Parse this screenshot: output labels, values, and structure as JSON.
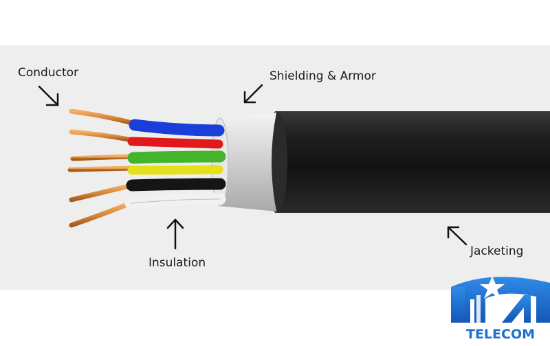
{
  "labels": {
    "conductor": "Conductor",
    "shielding": "Shielding & Armor",
    "insulation": "Insulation",
    "jacketing": "Jacketing"
  },
  "logo": {
    "text": "TELECOM",
    "color": "#1e6fd0"
  },
  "colors": {
    "background_panel": "#eeeeee",
    "copper": "#d9893a",
    "jacket": "#1b1b1b",
    "shield": "#d4d4d4",
    "wire_blue": "#1a3fd8",
    "wire_red": "#e0191d",
    "wire_green": "#43b52a",
    "wire_yellow": "#e6e01a",
    "wire_black": "#151515",
    "wire_white": "#eeeeee"
  }
}
